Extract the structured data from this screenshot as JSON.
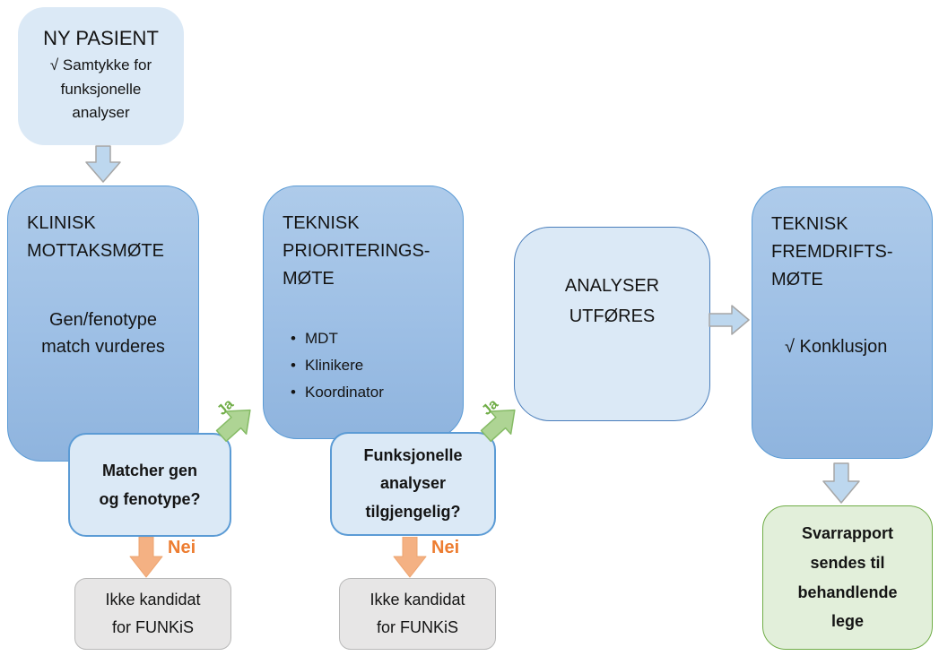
{
  "diagram": {
    "nodes": {
      "ny_pasient": {
        "title": "NY PASIENT",
        "subtitle": "√ Samtykke for\nfunksjonelle\nanalyser"
      },
      "klinisk_mottaksmote": {
        "title": "KLINISK\nMOTTAKSMØTE",
        "body": "Gen/fenotype\nmatch vurderes"
      },
      "matcher_gen": {
        "label": "Matcher gen\nog fenotype?"
      },
      "ikke_kandidat_1": {
        "label": "Ikke kandidat\nfor FUNKiS"
      },
      "teknisk_prioriteringsmote": {
        "title": "TEKNISK\nPRIORITERINGS-\nMØTE",
        "bullets": [
          "MDT",
          "Klinikere",
          "Koordinator"
        ],
        "bullet_glyph": "•"
      },
      "funksjonelle_analyser": {
        "label": "Funksjonelle\nanalyser\ntilgjengelig?"
      },
      "ikke_kandidat_2": {
        "label": "Ikke kandidat\nfor FUNKiS"
      },
      "analyser_utfores": {
        "title": "ANALYSER\nUTFØRES"
      },
      "teknisk_fremdriftsmote": {
        "title": "TEKNISK\nFREMDRIFTS-\nMØTE",
        "body": "√ Konklusjon"
      },
      "svarrapport": {
        "label": "Svarrapport\nsendes til\nbehandlende\nlege"
      }
    },
    "edges": {
      "ja_1": "Ja",
      "ja_2": "Ja",
      "nei_1": "Nei",
      "nei_2": "Nei"
    },
    "colors": {
      "process_box_top": "#aecbea",
      "process_box_bottom": "#8fb4de",
      "process_border": "#5b9bd5",
      "info_box_fill": "#dbe9f6",
      "gray_box_fill": "#e7e6e6",
      "green_box_fill": "#e2efda",
      "green_box_border": "#70ad47",
      "ja_arrow_fill": "#aed494",
      "ja_text": "#70ad47",
      "nei_arrow_fill": "#f4b183",
      "nei_text": "#ed7d31",
      "flow_arrow_fill": "#bdd7ee"
    }
  }
}
